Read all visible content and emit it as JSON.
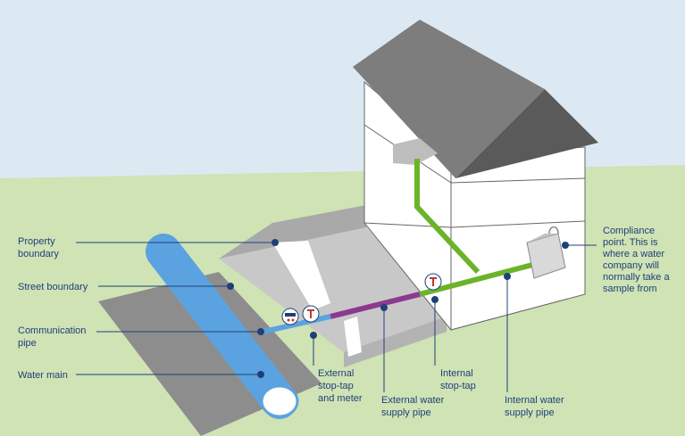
{
  "labels": {
    "property_boundary": [
      "Property",
      "boundary"
    ],
    "street_boundary": [
      "Street boundary"
    ],
    "communication_pipe": [
      "Communication",
      "pipe"
    ],
    "water_main": [
      "Water main"
    ],
    "external_stop_tap": [
      "External",
      "stop-tap",
      "and meter"
    ],
    "external_supply_pipe": [
      "External water",
      "supply pipe"
    ],
    "internal_stop_tap": [
      "Internal",
      "stop-tap"
    ],
    "internal_supply_pipe": [
      "Internal water",
      "supply pipe"
    ],
    "compliance_point": [
      "Compliance",
      "point. This is",
      "where a water",
      "company will",
      "normally take a",
      "sample from"
    ]
  },
  "colors": {
    "sky": "#dde9f2",
    "grass": "#cfe3b4",
    "road": "#8d8d8d",
    "pavement": "#c8c8c8",
    "roof": "#7d7d7d",
    "roof_shade": "#5a5a5a",
    "wall": "#ffffff",
    "water_main": "#5ba3e0",
    "communication_pipe": "#5ba3e0",
    "external_pipe": "#8b3a8f",
    "internal_pipe": "#6cb32a",
    "label": "#1f3f7a",
    "leader": "#1f3f7a"
  },
  "icons": [
    "water-main-pipe-icon",
    "stop-tap-icon",
    "water-meter-icon",
    "water-tank-icon",
    "house-icon"
  ]
}
